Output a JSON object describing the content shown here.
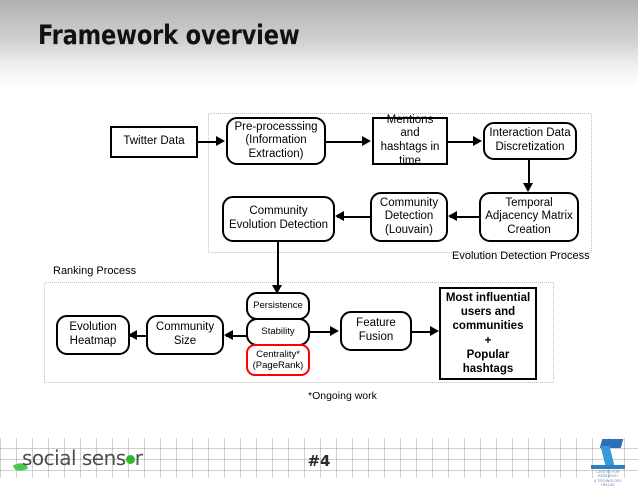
{
  "slide": {
    "title": "Framework overview",
    "page_number": "#4",
    "footnote": "*Ongoing work"
  },
  "groups": {
    "evolution": {
      "label": "Evolution Detection Process"
    },
    "ranking": {
      "label": "Ranking Process"
    }
  },
  "nodes": {
    "twitter_data": "Twitter Data",
    "preprocessing": "Pre-processsing\n(Information\nExtraction)",
    "mentions": "Mentions and\nhashtags in\ntime",
    "interaction": "Interaction Data\nDiscretization",
    "temporal": "Temporal\nAdjacency Matrix\nCreation",
    "community_detection": "Community\nDetection\n(Louvain)",
    "community_evolution": "Community\nEvolution Detection",
    "persistence": "Persistence",
    "stability": "Stability",
    "centrality": "Centrality*\n(PageRank)",
    "community_size": "Community\nSize",
    "evolution_heatmap": "Evolution\nHeatmap",
    "feature_fusion": "Feature\nFusion",
    "most_influential": "Most influential\nusers and\ncommunities\n+\nPopular\nhashtags"
  },
  "footer": {
    "brand_part1": "social sens",
    "brand_part2": "r",
    "org_logo_caption": "CENTRE FOR RESEARCH\n& TECHNOLOGY HELLAS"
  },
  "colors": {
    "accent_red": "#ff0000",
    "brand_green": "#2db82d",
    "logo_blue": "#2f7fc6",
    "header_gray": "#b0b0b0"
  }
}
